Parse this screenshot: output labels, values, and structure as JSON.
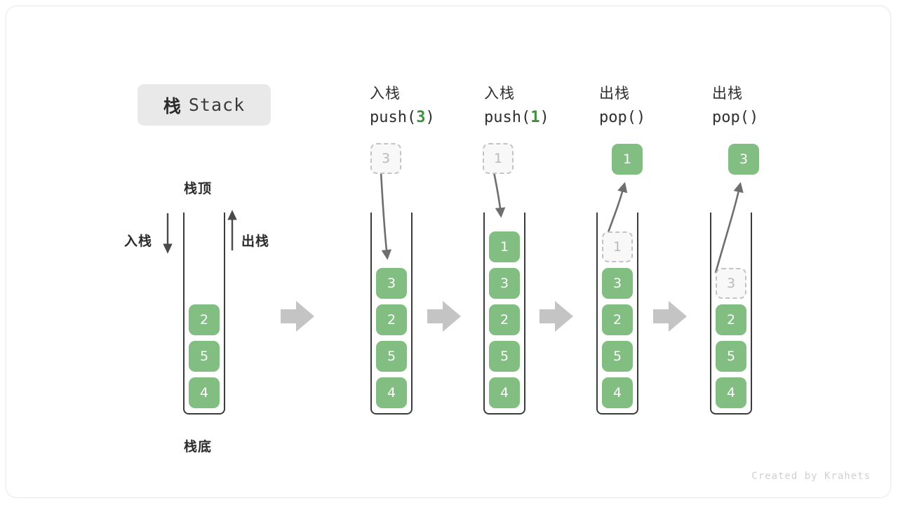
{
  "card": {
    "title_cn": "栈",
    "title_en": "Stack",
    "footer": "Created by Krahets",
    "accent_green": "#82bd82",
    "accent_green_text": "#3e8f3e",
    "ghost_fill": "#f8f8f8",
    "ghost_border": "#c3c3c3",
    "frame_color": "#3b3b3b",
    "block_arrow_color": "#c4c4c4"
  },
  "annotations": {
    "top_label": "栈顶",
    "bottom_label": "栈底",
    "push_label": "入栈",
    "pop_label": "出栈"
  },
  "steps": [
    {
      "id": "initial",
      "op_cn": "",
      "op_code_prefix": "",
      "op_code_num": "",
      "op_code_suffix": "",
      "cells": [
        "2",
        "5",
        "4"
      ],
      "ghost": null,
      "ghost_position": null
    },
    {
      "id": "push-3",
      "op_cn": "入栈",
      "op_code_prefix": "push(",
      "op_code_num": "3",
      "op_code_suffix": ")",
      "cells": [
        "3",
        "2",
        "5",
        "4"
      ],
      "ghost": "3",
      "ghost_position": "above"
    },
    {
      "id": "push-1",
      "op_cn": "入栈",
      "op_code_prefix": "push(",
      "op_code_num": "1",
      "op_code_suffix": ")",
      "cells": [
        "1",
        "3",
        "2",
        "5",
        "4"
      ],
      "ghost": "1",
      "ghost_position": "above"
    },
    {
      "id": "pop-1",
      "op_cn": "出栈",
      "op_code_prefix": "pop(",
      "op_code_num": "",
      "op_code_suffix": ")",
      "cells": [
        "3",
        "2",
        "5",
        "4"
      ],
      "ghost": "1",
      "ghost_position": "inside-top",
      "popped_value": "1"
    },
    {
      "id": "pop-3",
      "op_cn": "出栈",
      "op_code_prefix": "pop(",
      "op_code_num": "",
      "op_code_suffix": ")",
      "cells": [
        "2",
        "5",
        "4"
      ],
      "ghost": "3",
      "ghost_position": "inside-top",
      "popped_value": "3"
    }
  ]
}
